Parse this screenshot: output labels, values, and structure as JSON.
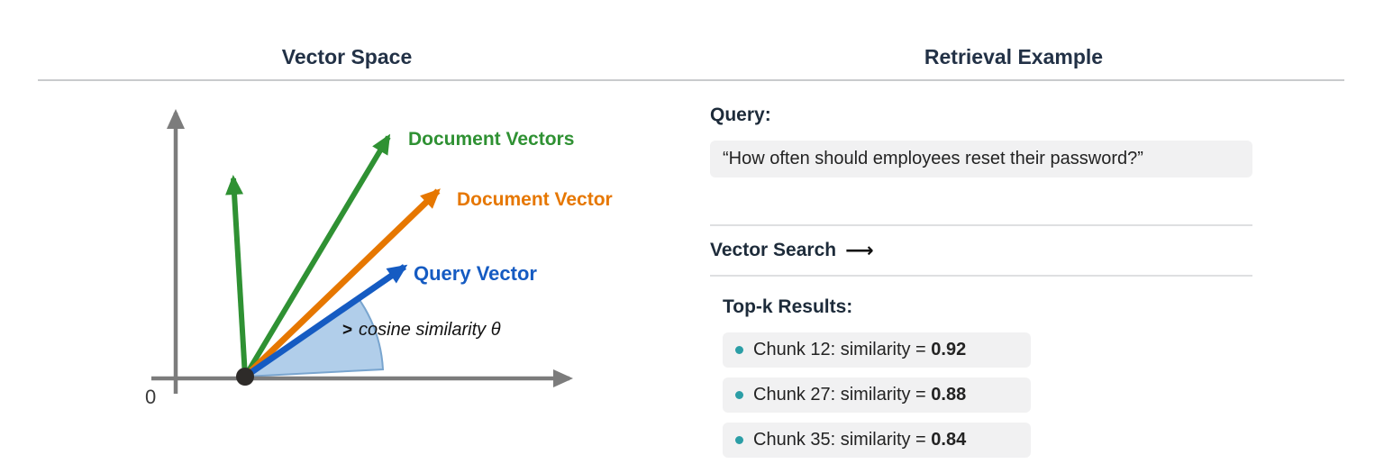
{
  "left": {
    "title": "Vector Space",
    "origin_label": "0",
    "document_vectors_label": "Document Vectors",
    "document_vector_label": "Document Vector",
    "query_vector_label": "Query Vector",
    "angle_pointer": ">",
    "cosine_label": "cosine similarity θ",
    "colors": {
      "green": "#2f9133",
      "orange": "#e67700",
      "blue": "#155bc2",
      "axis_gray": "#7c7c7c",
      "origin_dot": "#2e2b29",
      "wedge_fill": "#a9c9e8",
      "wedge_stroke": "#79a5cf"
    }
  },
  "right": {
    "title": "Retrieval Example",
    "query_label": "Query:",
    "query_text": "“How often should employees reset their password?”",
    "vector_search_label": "Vector Search",
    "arrow_icon": "⟶",
    "topk_label": "Top-k Results:",
    "bullet_color": "#2b9ea6",
    "results": [
      {
        "prefix": "Chunk 12: similarity = ",
        "score": "0.92"
      },
      {
        "prefix": "Chunk 27: similarity = ",
        "score": "0.88"
      },
      {
        "prefix": "Chunk 35: similarity = ",
        "score": "0.84"
      }
    ]
  }
}
